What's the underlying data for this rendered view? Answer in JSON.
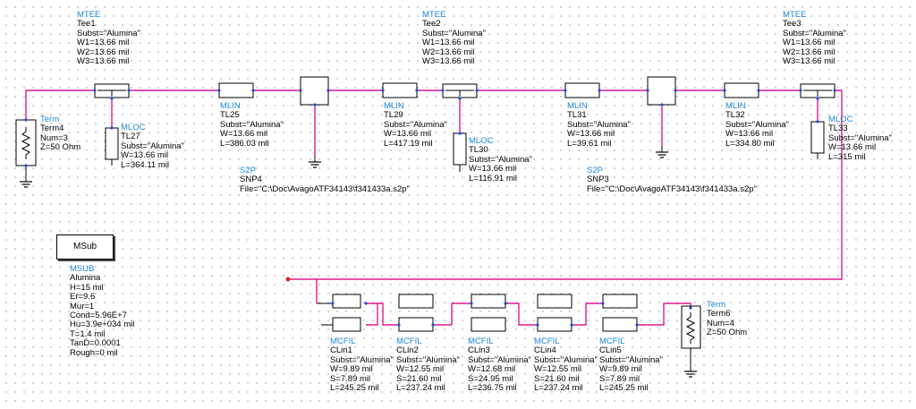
{
  "substrate_box": {
    "label": "MSub"
  },
  "comps": {
    "tee1": {
      "kind": "MTEE",
      "lines": [
        "Tee1",
        "Subst=\"Alumina\"",
        "W1=13.66 mil",
        "W2=13.66 mil",
        "W3=13.66 mil"
      ]
    },
    "tee2": {
      "kind": "MTEE",
      "lines": [
        "Tee2",
        "Subst=\"Alumina\"",
        "W1=13.66 mil",
        "W2=13.66 mil",
        "W3=13.66 mil"
      ]
    },
    "tee3": {
      "kind": "MTEE",
      "lines": [
        "Tee3",
        "Subst=\"Alumina\"",
        "W1=13.66 mil",
        "W2=13.66 mil",
        "W3=13.66 mil"
      ]
    },
    "term4": {
      "kind": "Term",
      "lines": [
        "Term4",
        "Num=3",
        "Z=50 Ohm"
      ]
    },
    "tl27": {
      "kind": "MLOC",
      "lines": [
        "TL27",
        "Subst=\"Alumina\"",
        "W=13.66 mil",
        "L=364.11 mil"
      ]
    },
    "tl25": {
      "kind": "MLIN",
      "lines": [
        "TL25",
        "Subst=\"Alumina\"",
        "W=13.66 mil",
        "L=386.03 mil"
      ]
    },
    "snp4": {
      "kind": "S2P",
      "lines": [
        "SNP4",
        "File=\"C:\\Doc\\AvagoATF34143\\f341433a.s2p\""
      ]
    },
    "tl29": {
      "kind": "MLIN",
      "lines": [
        "TL29",
        "Subst=\"Alumina\"",
        "W=13.66 mil",
        "L=417.19 mil"
      ]
    },
    "tl30": {
      "kind": "MLOC",
      "lines": [
        "TL30",
        "Subst=\"Alumina\"",
        "W=13.66 mil",
        "L=116.91 mil"
      ]
    },
    "tl31": {
      "kind": "MLIN",
      "lines": [
        "TL31",
        "Subst=\"Alumina\"",
        "W=13.66 mil",
        "L=39.61 mil"
      ]
    },
    "snp3": {
      "kind": "S2P",
      "lines": [
        "SNP3",
        "File=\"C:\\Doc\\AvagoATF34143\\f341433a.s2p\""
      ]
    },
    "tl32": {
      "kind": "MLIN",
      "lines": [
        "TL32",
        "Subst=\"Alumina\"",
        "W=13.66 mil",
        "L=334.80 mil"
      ]
    },
    "tl33": {
      "kind": "MLOC",
      "lines": [
        "TL33",
        "Subst=\"Alumina\"",
        "W=13.66 mil",
        "L=315 mil"
      ]
    },
    "msub": {
      "kind": "MSUB",
      "lines": [
        "Alumina",
        "H=15 mil",
        "Er=9.6",
        "Mur=1",
        "Cond=5.96E+7",
        "Hu=3.9e+034 mil",
        "T=1.4 mil",
        "TanD=0.0001",
        "Rough=0 mil"
      ]
    },
    "clin1": {
      "kind": "MCFIL",
      "lines": [
        "CLin1",
        "Subst=\"Alumina\"",
        "W=9.89 mil",
        "S=7.89 mil",
        "L=245.25 mil"
      ]
    },
    "clin2": {
      "kind": "MCFIL",
      "lines": [
        "CLin2",
        "Subst=\"Alumina\"",
        "W=12.55 mil",
        "S=21.60 mil",
        "L=237.24 mil"
      ]
    },
    "clin3": {
      "kind": "MCFIL",
      "lines": [
        "CLin3",
        "Subst=\"Alumina\"",
        "W=12.68 mil",
        "S=24.95 mil",
        "L=236.75 mil"
      ]
    },
    "clin4": {
      "kind": "MCFIL",
      "lines": [
        "CLin4",
        "Subst=\"Alumina\"",
        "W=12.55 mil",
        "S=21.60 mil",
        "L=237.24 mil"
      ]
    },
    "clin5": {
      "kind": "MCFIL",
      "lines": [
        "CLin5",
        "Subst=\"Alumina\"",
        "W=9.89 mil",
        "S=7.89 mil",
        "L=245.25 mil"
      ]
    },
    "term6": {
      "kind": "Term",
      "lines": [
        "Term6",
        "Num=4",
        "Z=50 Ohm"
      ]
    }
  }
}
